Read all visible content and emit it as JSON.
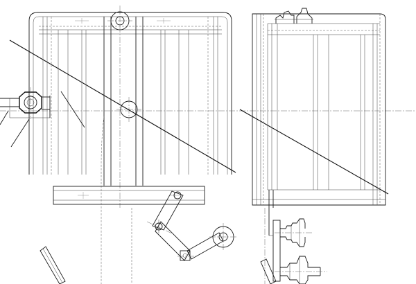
{
  "drawing": {
    "kind": "orthographic technical drawing, line work only",
    "stroke_color": "#1a1a1a",
    "background_color": "#ffffff",
    "views": [
      "front-view",
      "side-view",
      "hex-nut-detail",
      "linkage-arm",
      "bottom-fittings"
    ]
  }
}
